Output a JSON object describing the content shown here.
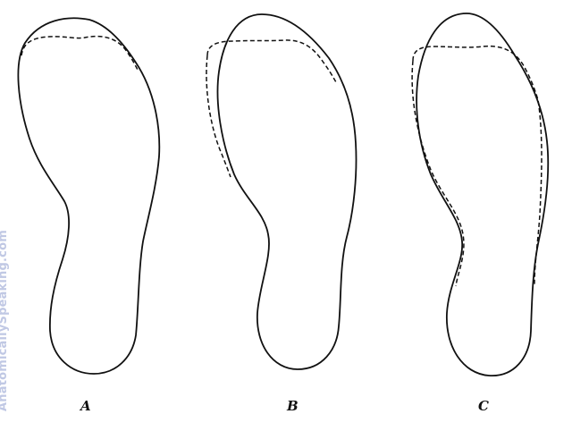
{
  "figure": {
    "panels": [
      {
        "label": "A"
      },
      {
        "label": "B"
      },
      {
        "label": "C"
      }
    ],
    "watermark": "AnatomicallySpeaking.com"
  }
}
